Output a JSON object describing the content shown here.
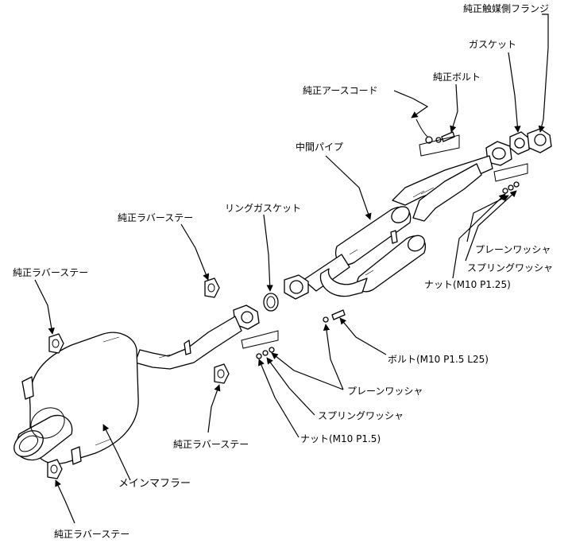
{
  "labels": {
    "oem_cat_flange": "純正触媒側フランジ",
    "gasket": "ガスケット",
    "oem_bolt": "純正ボルト",
    "oem_earth_cord": "純正アースコード",
    "center_pipe": "中間パイプ",
    "ring_gasket": "リングガスケット",
    "oem_rubber_stay_1": "純正ラバーステー",
    "oem_rubber_stay_2": "純正ラバーステー",
    "oem_rubber_stay_3": "純正ラバーステー",
    "oem_rubber_stay_4": "純正ラバーステー",
    "plain_washer_1": "プレーンワッシャ",
    "spring_washer_1": "スプリングワッシャ",
    "nut_m10_p125": "ナット(M10 P1.25)",
    "bolt_m10": "ボルト(M10 P1.5 L25)",
    "plain_washer_2": "プレーンワッシャ",
    "spring_washer_2": "スプリングワッシャ",
    "nut_m10_p15": "ナット(M10 P1.5)",
    "main_muffler": "メインマフラー"
  }
}
